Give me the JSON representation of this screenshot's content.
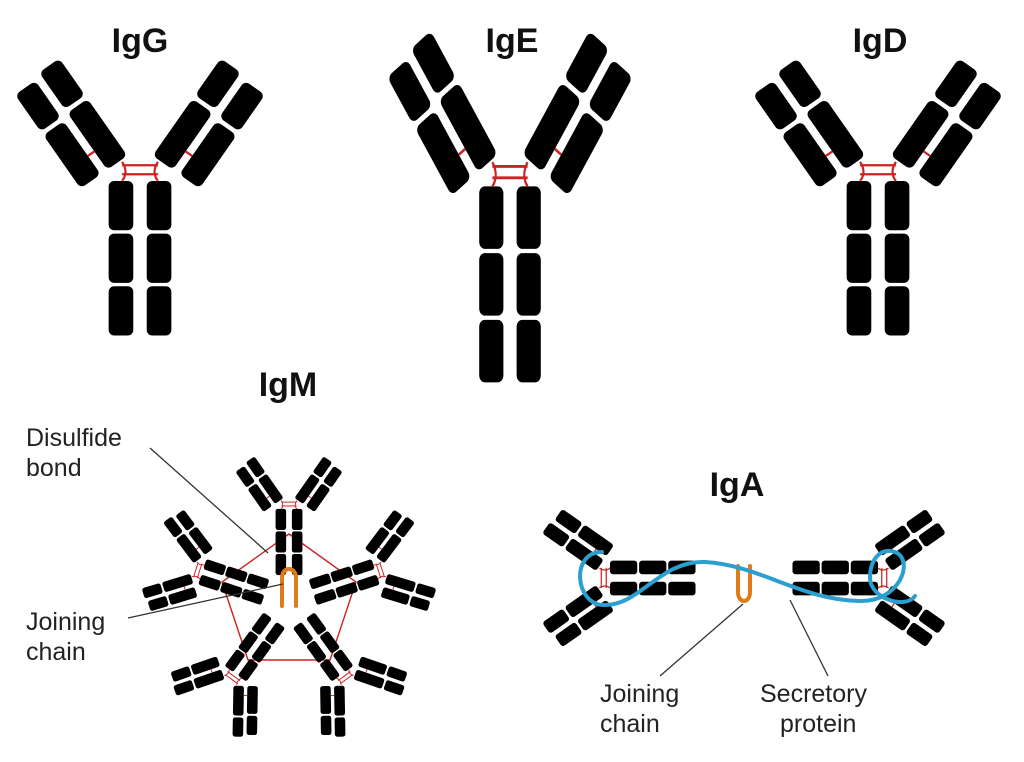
{
  "titles": {
    "igg": "IgG",
    "ige": "IgE",
    "igd": "IgD",
    "igm": "IgM",
    "iga": "IgA"
  },
  "labels": {
    "disulfide_line1": "Disulfide",
    "disulfide_line2": "bond",
    "igm_joining_line1": "Joining",
    "igm_joining_line2": "chain",
    "iga_joining_line1": "Joining",
    "iga_joining_line2": "chain",
    "secretory_line1": "Secretory",
    "secretory_line2": "protein"
  },
  "colors": {
    "igg": {
      "tip": "#f0641e",
      "arm": "#fbbd1e",
      "armLight": "#fde9cc",
      "stem": "#fbbd1e"
    },
    "ige": {
      "tip": "#2f5fbd",
      "arm": "#7c9fe6",
      "armLight": "#cad9f6",
      "stem": "#86a8ec"
    },
    "igd": {
      "tip": "#9db63b",
      "arm": "#e4ee2a",
      "armLight": "#c5d38a",
      "stem": "#e4ee2a"
    },
    "igm": {
      "tip": "#2f5fbd",
      "arm": "#8aaae8",
      "armLight": "#d2def7",
      "stem": "#8aaae8"
    },
    "iga": {
      "tip": "#9db63b",
      "arm": "#e4ee2a",
      "armLight": "#c5d38a",
      "stem": "#e4ee2a"
    },
    "disulfide": "#cc2222",
    "joining_chain": "#e07b1a",
    "secretory": "#2a9fd0"
  }
}
